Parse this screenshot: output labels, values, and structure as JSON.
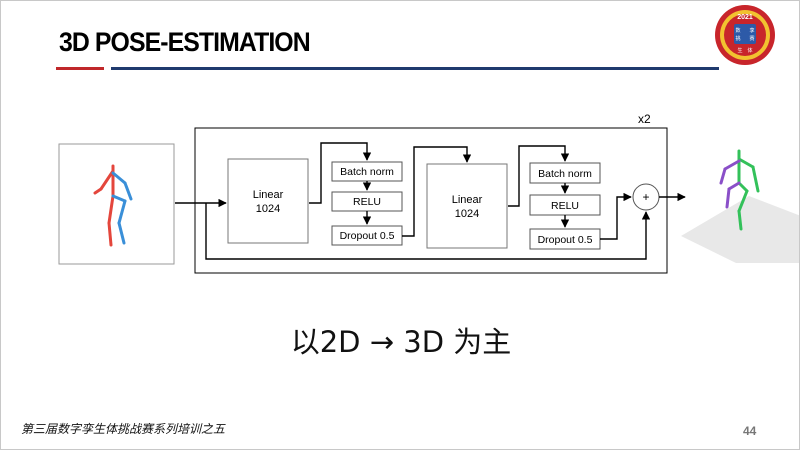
{
  "slide": {
    "title": "3D POSE-ESTIMATION",
    "subtitle": "以2D → 3D 为主",
    "footer": "第三届数字孪生体挑战赛系列培训之五",
    "page_number": "44"
  },
  "logo": {
    "year": "2021",
    "glyphs": [
      "数",
      "孪",
      "挑",
      "赛",
      "生",
      "体"
    ]
  },
  "diagram": {
    "repeat_label": "x2",
    "linear1": {
      "line1": "Linear",
      "line2": "1024"
    },
    "block1": {
      "batch_norm": "Batch norm",
      "relu": "RELU",
      "dropout": "Dropout 0.5"
    },
    "linear2": {
      "line1": "Linear",
      "line2": "1024"
    },
    "block2": {
      "batch_norm": "Batch norm",
      "relu": "RELU",
      "dropout": "Dropout 0.5"
    },
    "add_symbol": "+"
  },
  "colors": {
    "title_rule_red": "#c0282a",
    "title_rule_blue": "#1f3a6e",
    "pose_red": "#e4463c",
    "pose_blue": "#3a8fd8",
    "pose_green": "#33c15a",
    "pose_purple": "#8a4fc8"
  }
}
